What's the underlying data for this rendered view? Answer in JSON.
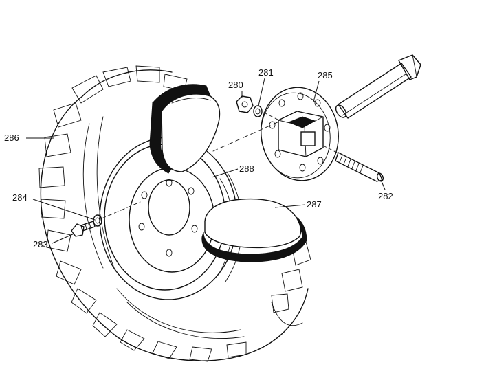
{
  "diagram": {
    "labels": [
      {
        "id": "280",
        "text": "280"
      },
      {
        "id": "281",
        "text": "281"
      },
      {
        "id": "285",
        "text": "285"
      },
      {
        "id": "286",
        "text": "286"
      },
      {
        "id": "288",
        "text": "288"
      },
      {
        "id": "284",
        "text": "284"
      },
      {
        "id": "287",
        "text": "287"
      },
      {
        "id": "283",
        "text": "283"
      },
      {
        "id": "282",
        "text": "282"
      }
    ]
  },
  "colors": {
    "ink": "#111111",
    "background": "#ffffff"
  }
}
